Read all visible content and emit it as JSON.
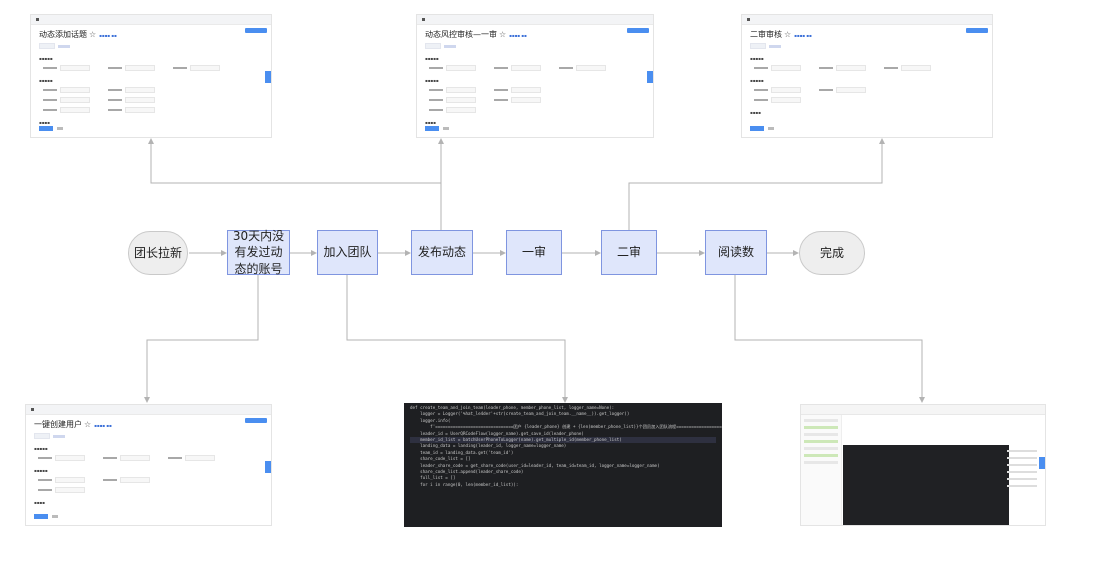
{
  "flow": {
    "nodes": [
      {
        "id": "n1",
        "label": "团长拉新"
      },
      {
        "id": "n2",
        "label": "30天内没有发过动态的账号"
      },
      {
        "id": "n3",
        "label": "加入团队"
      },
      {
        "id": "n4",
        "label": "发布动态"
      },
      {
        "id": "n5",
        "label": "一审"
      },
      {
        "id": "n6",
        "label": "二审"
      },
      {
        "id": "n7",
        "label": "阅读数"
      },
      {
        "id": "n8",
        "label": "完成"
      }
    ]
  },
  "screens": {
    "s1": {
      "title": "动态添加话题"
    },
    "s2": {
      "title": "动态风控审核—一审"
    },
    "s3": {
      "title": "二审审核"
    },
    "s4": {
      "title": "一键创建用户"
    }
  },
  "code_lines": [
    "def create_team_and_join_team(leader_phone, member_phone_list, logger_name=None):",
    "    logger = Logger('%hat_le4der'+str(create_team_and_join_team.__name__)).get_logger()",
    "    logger.info(",
    "        f'===============================团户 {leader_phone} 创建 + {len(member_phone_list)}个团员加入团队流程========================')",
    "",
    "    leader_id = UserQRCodeFlow(logger_name).get_save_id(leader_phone)",
    "    member_id_list = batchUserPhoneToLogger(name).get_multiple_id(member_phone_list)",
    "    landing_data = landing(leader_id, logger_name=logger_name)",
    "    team_id = landing_data.get('team_id')",
    "",
    "    share_code_list = []",
    "    leader_share_code = get_share_code(user_id=leader_id, team_id=team_id, logger_name=logger_name)",
    "    share_code_list.append(leader_share_code)",
    "",
    "    full_list = []",
    "",
    "    for i in range(0, len(member_id_list)):"
  ],
  "colors": {
    "node_fill": "#dfe6fb",
    "node_border": "#7f95e0",
    "terminal_fill": "#eeeeee",
    "connector": "#b3b3b3",
    "accent": "#4a8ef0"
  }
}
